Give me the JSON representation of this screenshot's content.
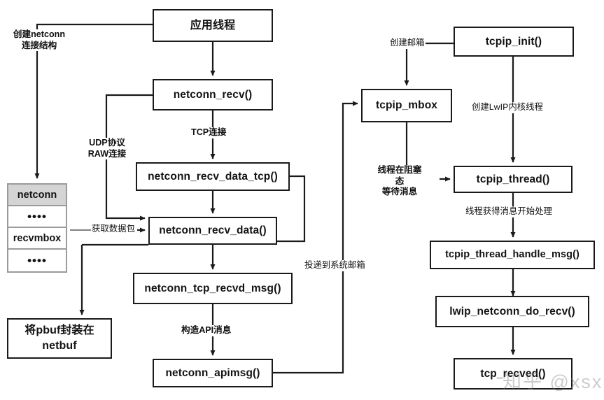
{
  "diagram": {
    "title": "LwIP netconn receive flow",
    "watermark": "知乎 @xsx",
    "colors": {
      "line": "#1a1a1a",
      "struct_border": "#9b9b9b",
      "struct_header_bg": "#d4d4d4",
      "background": "#ffffff",
      "text": "#131313"
    },
    "nodes": [
      {
        "id": "app_thread",
        "label": "应用线程"
      },
      {
        "id": "netconn_recv",
        "label": "netconn_recv()"
      },
      {
        "id": "netconn_recv_data_tcp",
        "label": "netconn_recv_data_tcp()"
      },
      {
        "id": "netconn_recv_data",
        "label": "netconn_recv_data()"
      },
      {
        "id": "netconn_tcp_recvd_msg",
        "label": "netconn_tcp_recvd_msg()"
      },
      {
        "id": "netconn_apimsg",
        "label": "netconn_apimsg()"
      },
      {
        "id": "pbuf_netbuf",
        "label": "将pbuf封装在\nnetbuf"
      },
      {
        "id": "tcpip_init",
        "label": "tcpip_init()"
      },
      {
        "id": "tcpip_mbox",
        "label": "tcpip_mbox"
      },
      {
        "id": "tcpip_thread",
        "label": "tcpip_thread()"
      },
      {
        "id": "tcpip_thread_handle_msg",
        "label": "tcpip_thread_handle_msg()"
      },
      {
        "id": "lwip_netconn_do_recv",
        "label": "lwip_netconn_do_recv()"
      },
      {
        "id": "tcp_recved",
        "label": "tcp_recved()"
      }
    ],
    "struct": {
      "id": "netconn_struct",
      "rows": [
        {
          "id": "netconn-header",
          "label": "netconn",
          "kind": "header"
        },
        {
          "id": "dots-1",
          "label": "••••",
          "kind": "dots"
        },
        {
          "id": "recvmbox",
          "label": "recvmbox",
          "kind": "field"
        },
        {
          "id": "dots-2",
          "label": "••••",
          "kind": "dots"
        }
      ]
    },
    "edge_labels": [
      {
        "id": "create-netconn",
        "label": "创建netconn\n连接结构"
      },
      {
        "id": "tcp-connect",
        "label": "TCP连接"
      },
      {
        "id": "udp-raw",
        "label": "UDP协议\nRAW连接"
      },
      {
        "id": "get-packet",
        "label": "获取数据包"
      },
      {
        "id": "build-api-msg",
        "label": "构造API消息"
      },
      {
        "id": "post-to-mbox",
        "label": "投递到系统邮箱"
      },
      {
        "id": "create-mailbox",
        "label": "创建邮箱"
      },
      {
        "id": "create-lwip-core",
        "label": "创建LwIP内核线程"
      },
      {
        "id": "thread-blocked",
        "label": "线程在阻塞态\n等待消息"
      },
      {
        "id": "thread-got-msg",
        "label": "线程获得消息开始处理"
      }
    ]
  }
}
